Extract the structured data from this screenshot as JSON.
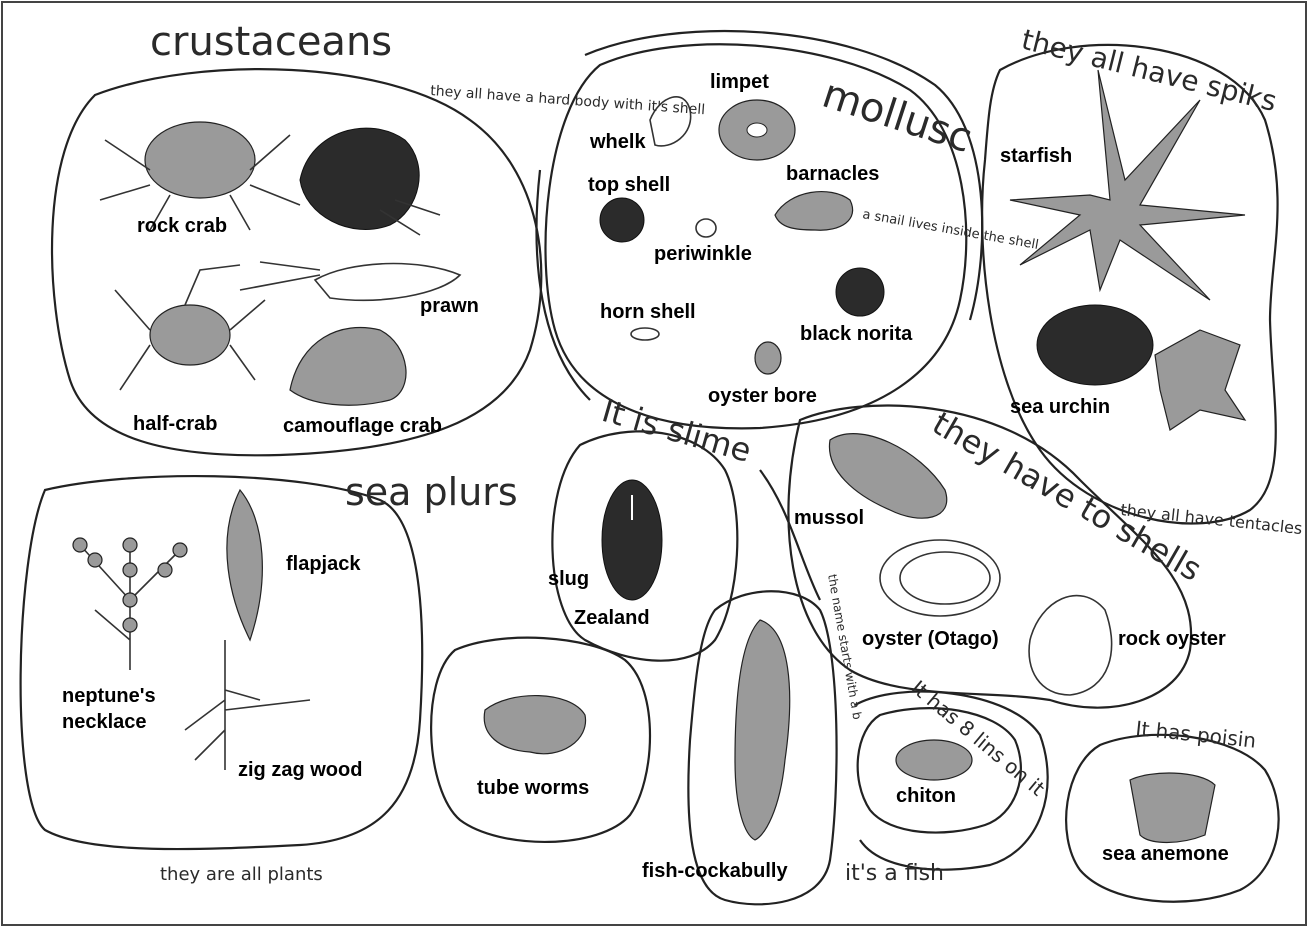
{
  "groups": {
    "crustaceans": {
      "title": "crustaceans",
      "note": "they all have a hard body with it's shell",
      "items": [
        "rock crab",
        "prawn",
        "half-crab",
        "camouflage crab"
      ]
    },
    "molluscs": {
      "title": "mollusc",
      "note": "a snail lives inside the shell",
      "items": [
        "limpet",
        "whelk",
        "top shell",
        "barnacles",
        "periwinkle",
        "horn shell",
        "black norita",
        "oyster bore"
      ]
    },
    "spiky": {
      "title": "they all have spiks",
      "note": "they all have tentacles",
      "items": [
        "starfish",
        "sea urchin"
      ]
    },
    "plants": {
      "title": "sea plurs",
      "note": "they are all plants",
      "items": [
        "flapjack",
        "neptune's",
        "necklace",
        "zig zag wood"
      ]
    },
    "slime": {
      "title": "It is slime",
      "items": [
        "slug",
        "Zealand"
      ]
    },
    "shells": {
      "title": "they have to shells",
      "note": "the name starts with a b",
      "items": [
        "mussol",
        "oyster (Otago)",
        "rock oyster"
      ]
    },
    "worms": {
      "items": [
        "tube worms"
      ]
    },
    "fish": {
      "note": "it's a fish",
      "items": [
        "fish-cockabully"
      ]
    },
    "chiton": {
      "title": "It has 8 lins on it",
      "items": [
        "chiton"
      ]
    },
    "anemone": {
      "title": "It has poisin",
      "items": [
        "sea anemone"
      ]
    }
  },
  "colors": {
    "ink": "#222222",
    "paper": "#ffffff",
    "shade": "#9a9a9a"
  }
}
